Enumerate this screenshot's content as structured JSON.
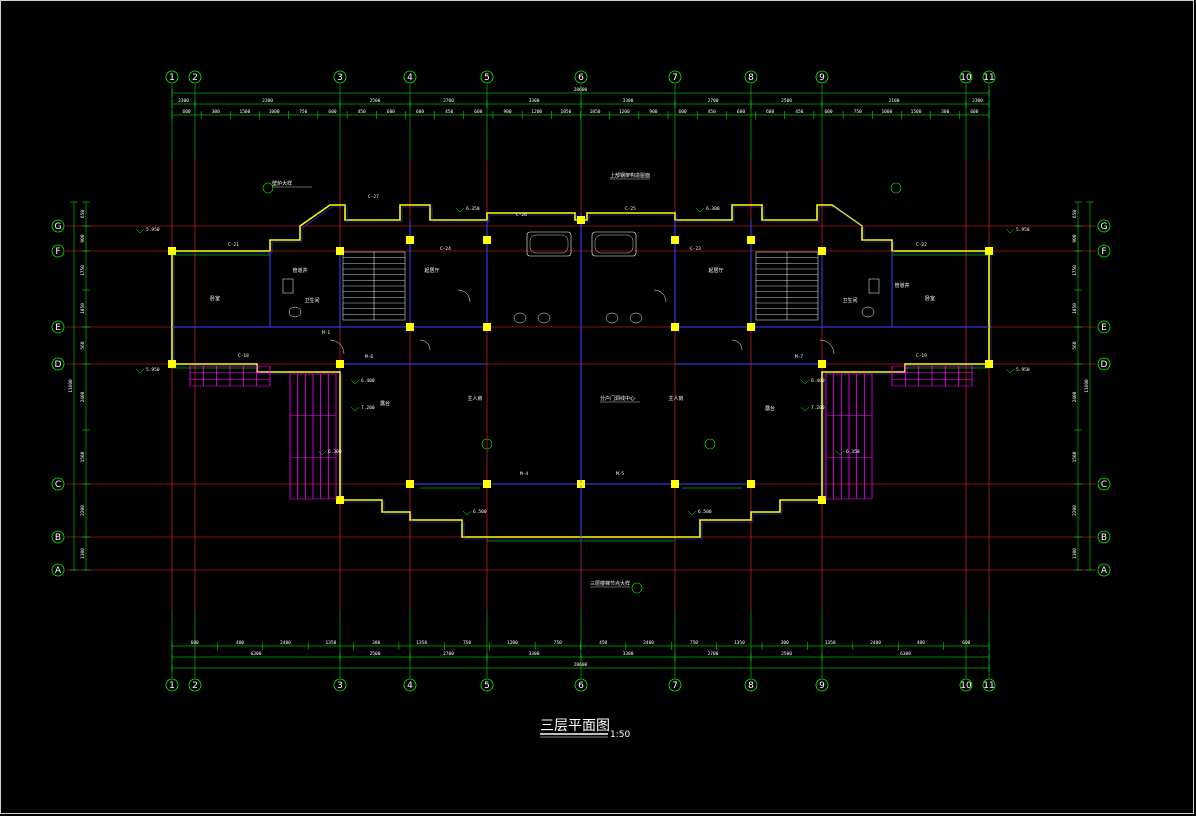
{
  "drawing": {
    "title": "三层平面图",
    "scale": "1:50",
    "background": "#000000",
    "colors": {
      "axis": "#ff2020",
      "dimension": "#00ff00",
      "wall": "#ffff00",
      "window": "#4040ff",
      "text": "#ffffff",
      "tag": "#ff00ff",
      "column": "#ffff00"
    }
  },
  "axes": {
    "vertical": [
      "1",
      "2",
      "3",
      "4",
      "5",
      "6",
      "7",
      "8",
      "9",
      "10",
      "11"
    ],
    "horizontal": [
      "G",
      "F",
      "E",
      "D",
      "C",
      "B",
      "A"
    ]
  },
  "dimensions": {
    "overall_top": "28600",
    "overall_bottom": "28600",
    "top_row_1": [
      "2300",
      "2100",
      "2500",
      "2700",
      "3300",
      "3300",
      "2700",
      "2500",
      "2100",
      "2300"
    ],
    "top_row_2": [
      "600",
      "300",
      "1500",
      "1000",
      "750",
      "600",
      "450",
      "600",
      "600",
      "450",
      "600",
      "900",
      "1200",
      "1050",
      "1050",
      "1200",
      "900",
      "600",
      "450",
      "600",
      "600",
      "450",
      "600",
      "750",
      "1000",
      "1500",
      "300",
      "600"
    ],
    "bottom_row_1": [
      "600",
      "400",
      "2400",
      "1350",
      "300",
      "1350",
      "750",
      "1200",
      "750",
      "450",
      "2400",
      "750",
      "1350",
      "300",
      "1350",
      "2400",
      "400",
      "600"
    ],
    "bottom_row_2": [
      "6300",
      "2500",
      "2700",
      "3300",
      "3300",
      "2700",
      "2500",
      "6300"
    ],
    "left_side": [
      "650",
      "900",
      "1750",
      "1050",
      "560",
      "2400",
      "1500",
      "2200",
      "1100"
    ],
    "right_side": [
      "650",
      "900",
      "1750",
      "1050",
      "560",
      "2400",
      "1500",
      "2200",
      "1100"
    ],
    "total_side": "11600"
  },
  "rooms": [
    {
      "name": "卧室"
    },
    {
      "name": "管道井"
    },
    {
      "name": "卫生间"
    },
    {
      "name": "起居厅"
    },
    {
      "name": "主人房"
    },
    {
      "name": "主人房"
    },
    {
      "name": "起居厅"
    },
    {
      "name": "露台"
    },
    {
      "name": "卫生间"
    },
    {
      "name": "管道井"
    },
    {
      "name": "卧室"
    },
    {
      "name": "露台"
    }
  ],
  "elevations": [
    "5.950",
    "5.950",
    "6.350",
    "6.300",
    "6.500",
    "6.500",
    "6.300",
    "6.350",
    "5.950",
    "5.950",
    "6.400",
    "6.400",
    "7.200",
    "7.200"
  ],
  "notes": [
    "上部钢架构造屋面",
    "分户门洞线中心",
    "三层楼梯节点大样",
    "壁炉大样"
  ],
  "openings": [
    "C-21",
    "C-22",
    "C-23",
    "C-24",
    "C-25",
    "C-26",
    "C-27",
    "C-18",
    "C-19",
    "M-1",
    "M-4",
    "M-5",
    "M-6",
    "M-7"
  ]
}
